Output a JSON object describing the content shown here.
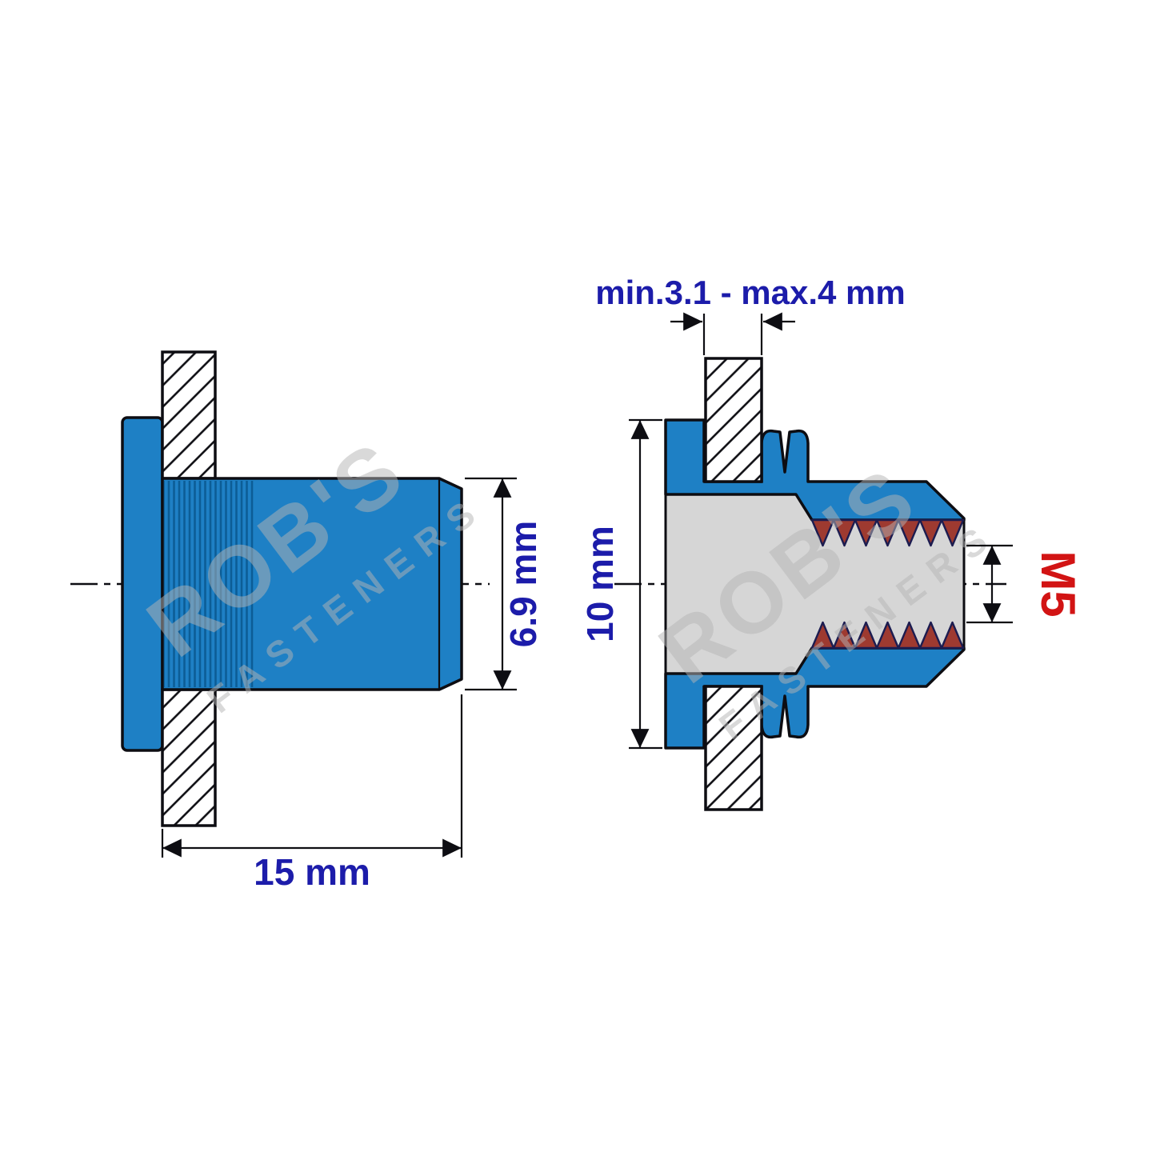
{
  "labels": {
    "grip_range": "min.3.1 - max.4 mm",
    "body_diameter": "6.9 mm",
    "length": "15 mm",
    "flange_diameter": "10 mm",
    "thread_size": "M5"
  },
  "watermark": {
    "line1": "ROB'S",
    "line2": "FASTENERS"
  },
  "icons": {
    "left_view": "rivet-nut-side-view",
    "right_view": "rivet-nut-section-view"
  },
  "colors": {
    "body_blue": "#1e80c5",
    "outline": "#0d0d12",
    "dimension_navy": "#1c1caa",
    "label_red": "#d21414",
    "bore_gray": "#d6d6d6",
    "thread_fill": "#9e3a30",
    "watermark_gray": "#b5b5b5",
    "background": "#ffffff"
  }
}
